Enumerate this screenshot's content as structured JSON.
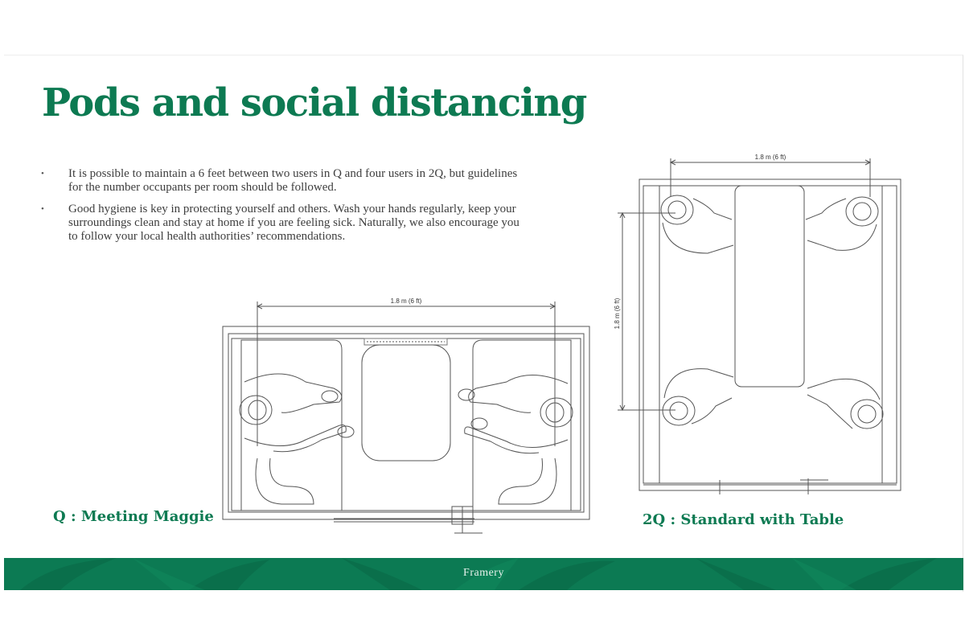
{
  "slide": {
    "title": "Pods and social distancing",
    "bullets": [
      "It is possible to maintain a 6 feet between two users in Q and four users in 2Q, but guidelines for the number occupants per room should be followed.",
      "Good hygiene is key in protecting yourself and others. Wash your hands regularly, keep your surroundings clean and stay at home if you are feeling sick. Naturally, we also encourage you to follow your local health authorities’ recommendations."
    ],
    "bullet_symbol": "•"
  },
  "diagram_q": {
    "caption": "Q : Meeting Maggie",
    "dimension": "1.8 m (6 ft)"
  },
  "diagram_2q": {
    "caption": "2Q : Standard with Table",
    "dimension_horizontal": "1.8 m (6 ft)",
    "dimension_vertical": "1.8 m (6 ft)"
  },
  "footer": {
    "brand": "Framery"
  },
  "colors": {
    "accent": "#0d7a52",
    "footer_bg": "#0c7a53",
    "body_text": "#3e3e3e",
    "line": "#555555"
  }
}
